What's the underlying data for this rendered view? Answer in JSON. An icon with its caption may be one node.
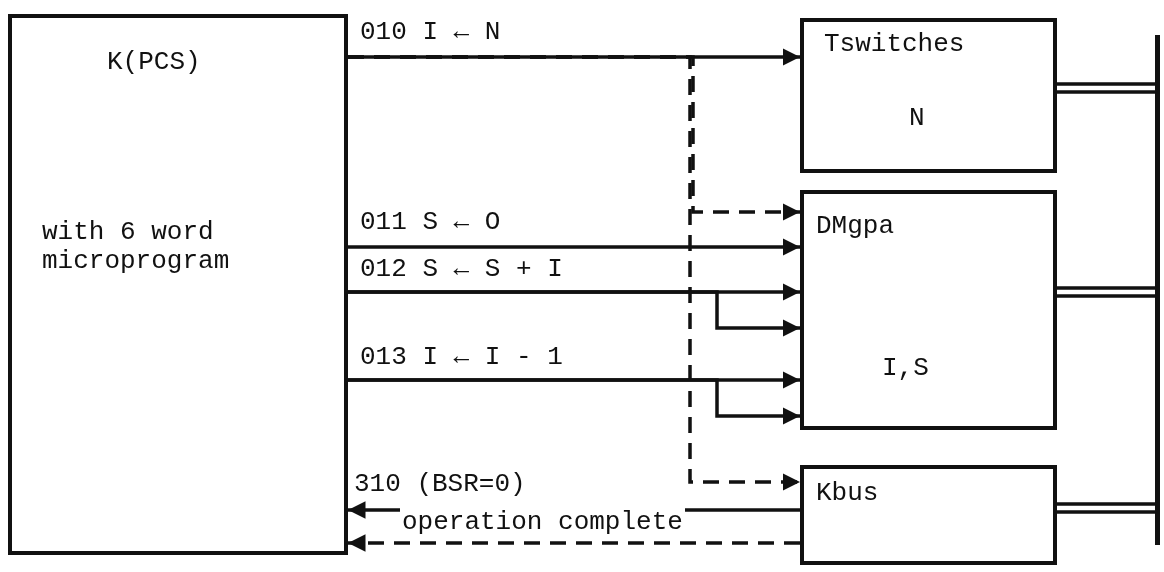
{
  "diagram": {
    "nodes": [
      {
        "text": [
          "K(PCS)",
          "with 6 word microprogram"
        ]
      },
      {
        "text": [
          "Tswitches",
          "N"
        ]
      },
      {
        "text": [
          "DMgpa",
          "I,S"
        ]
      },
      {
        "text": [
          "Kbus"
        ]
      },
      {
        "text": [],
        "shape": "bar"
      }
    ],
    "edges": [
      {
        "from": 0,
        "to": 1,
        "arrow": "to",
        "label": "010 I ← N"
      },
      {
        "from": 0,
        "to": 2,
        "arrow": "to",
        "style": "dashed"
      },
      {
        "from": 0,
        "to": 3,
        "arrow": "to",
        "style": "dashed"
      },
      {
        "from": 0,
        "to": 2,
        "arrow": "to",
        "label": "011 S ← O"
      },
      {
        "from": 0,
        "to": 2,
        "arrow": "to",
        "label": "012 S ← S + I"
      },
      {
        "from": 0,
        "to": 2,
        "arrow": "to"
      },
      {
        "from": 0,
        "to": 2,
        "arrow": "to",
        "label": "013 I ← I - 1"
      },
      {
        "from": 0,
        "to": 2,
        "arrow": "to"
      },
      {
        "from": 3,
        "to": 0,
        "arrow": "to",
        "label": "310 (BSR=0)"
      },
      {
        "from": 3,
        "to": 0,
        "arrow": "to",
        "style": "dashed",
        "label": "operation complete"
      },
      {
        "from": 1,
        "to": 4,
        "arrow": "none"
      },
      {
        "from": 2,
        "to": 4,
        "arrow": "none"
      },
      {
        "from": 3,
        "to": 4,
        "arrow": "none"
      }
    ]
  }
}
